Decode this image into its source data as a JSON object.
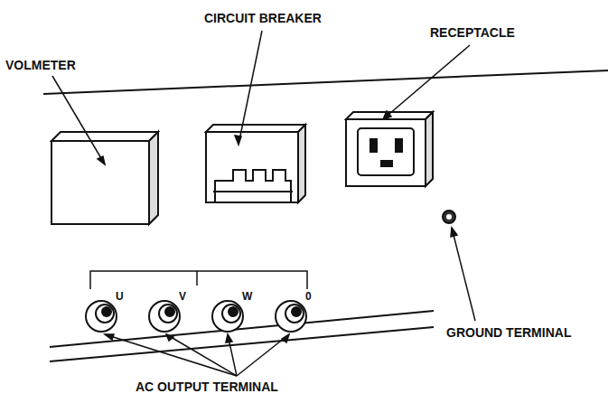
{
  "diagram": {
    "labels": [
      "VOLMETER",
      "CIRCUIT BREAKER",
      "RECEPTACLE",
      "U",
      "V",
      "W",
      "0",
      "GROUND TERMINAL",
      "AC OUTPUT TERMINAL"
    ]
  }
}
